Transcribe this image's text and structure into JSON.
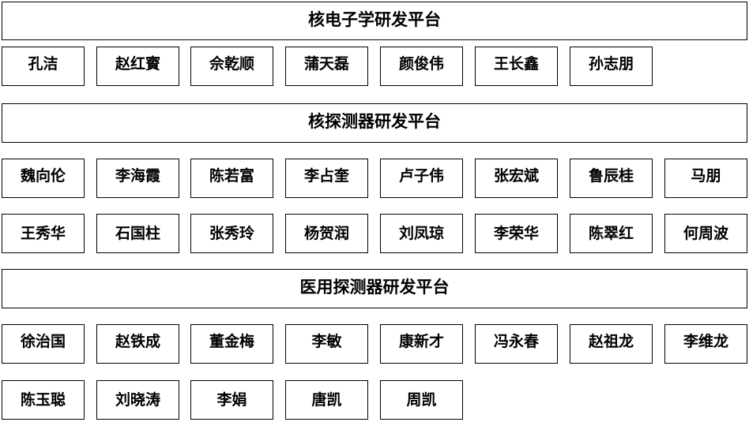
{
  "groups": [
    {
      "title": "核电子学研发平台",
      "members": [
        "孔洁",
        "赵红賨",
        "佘乾顺",
        "蒲天磊",
        "颜俊伟",
        "王长鑫",
        "孙志朋"
      ]
    },
    {
      "title": "核探测器研发平台",
      "members": [
        "魏向伦",
        "李海霞",
        "陈若富",
        "李占奎",
        "卢子伟",
        "张宏斌",
        "鲁辰桂",
        "马朋",
        "王秀华",
        "石国柱",
        "张秀玲",
        "杨贺润",
        "刘凤琼",
        "李荣华",
        "陈翠红",
        "何周波"
      ]
    },
    {
      "title": "医用探测器研发平台",
      "members": [
        "徐治国",
        "赵铁成",
        "董金梅",
        "李敏",
        "康新才",
        "冯永春",
        "赵祖龙",
        "李维龙",
        "陈玉聪",
        "刘晓涛",
        "李娟",
        "唐凯",
        "周凯"
      ]
    }
  ]
}
